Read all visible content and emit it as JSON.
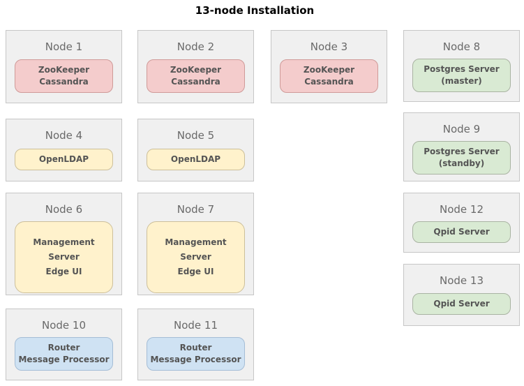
{
  "title": "13-node Installation",
  "palette": {
    "node_background": "#f0f0f0",
    "node_border": "#c6c6c6",
    "node_title_text": "#696969",
    "service_text": "#545454",
    "zookeeper_cassandra_fill": "#f4cccc",
    "zookeeper_cassandra_border": "#cf9a98",
    "ldap_management_fill": "#fff2cc",
    "ldap_management_border": "#ccbf9a",
    "postgres_qpid_fill": "#d9ead3",
    "postgres_qpid_border": "#a9b3a2",
    "router_mp_fill": "#cfe2f3",
    "router_mp_border": "#a4bdd6"
  },
  "nodes": [
    {
      "title": "Node 1",
      "services": [
        "ZooKeeper",
        "Cassandra"
      ]
    },
    {
      "title": "Node 2",
      "services": [
        "ZooKeeper",
        "Cassandra"
      ]
    },
    {
      "title": "Node 3",
      "services": [
        "ZooKeeper",
        "Cassandra"
      ]
    },
    {
      "title": "Node 4",
      "services": [
        "OpenLDAP"
      ]
    },
    {
      "title": "Node 5",
      "services": [
        "OpenLDAP"
      ]
    },
    {
      "title": "Node 6",
      "services": [
        "Management Server",
        "Edge UI"
      ]
    },
    {
      "title": "Node 7",
      "services": [
        "Management Server",
        "Edge UI"
      ]
    },
    {
      "title": "Node 8",
      "services": [
        "Postgres Server",
        "(master)"
      ]
    },
    {
      "title": "Node 9",
      "services": [
        "Postgres Server",
        "(standby)"
      ]
    },
    {
      "title": "Node 10",
      "services": [
        "Router",
        "Message Processor"
      ]
    },
    {
      "title": "Node 11",
      "services": [
        "Router",
        "Message Processor"
      ]
    },
    {
      "title": "Node 12",
      "services": [
        "Qpid Server"
      ]
    },
    {
      "title": "Node 13",
      "services": [
        "Qpid Server"
      ]
    }
  ]
}
